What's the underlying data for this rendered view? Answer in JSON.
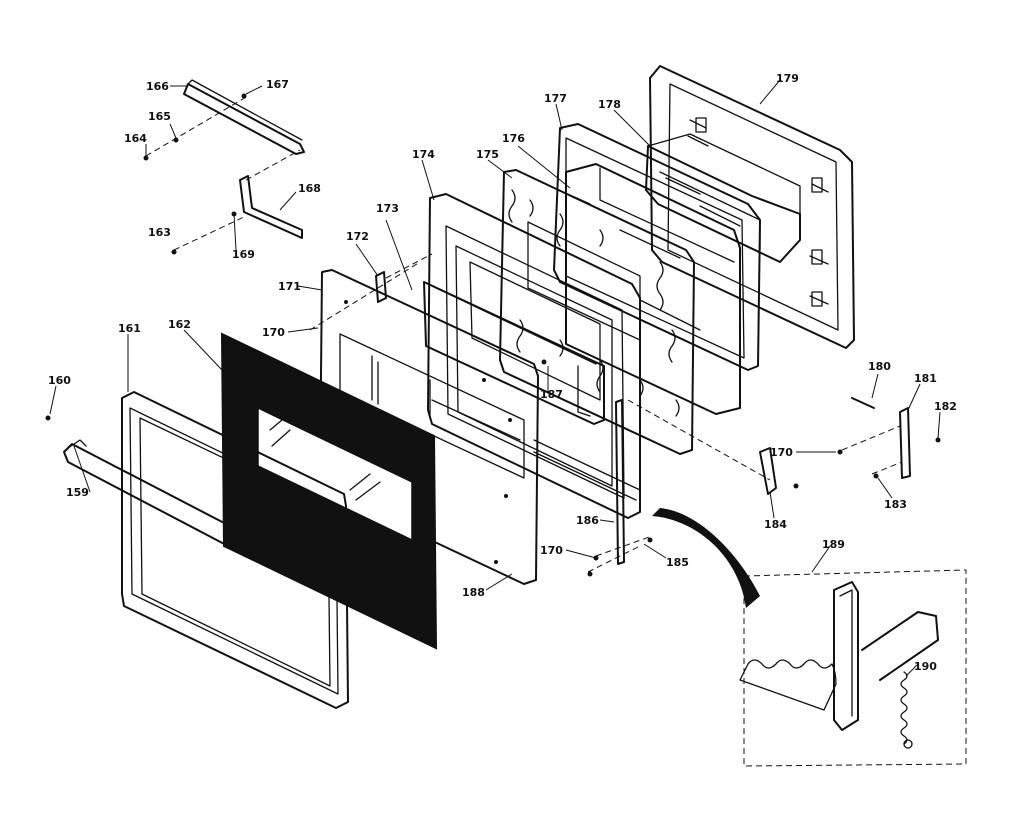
{
  "callouts": {
    "p159": "159",
    "p160": "160",
    "p161": "161",
    "p162": "162",
    "p163": "163",
    "p164": "164",
    "p165": "165",
    "p166": "166",
    "p167": "167",
    "p168": "168",
    "p169": "169",
    "p170a": "170",
    "p170b": "170",
    "p170c": "170",
    "p171": "171",
    "p172": "172",
    "p173": "173",
    "p174": "174",
    "p175": "175",
    "p176": "176",
    "p177": "177",
    "p178": "178",
    "p179": "179",
    "p180": "180",
    "p181": "181",
    "p182": "182",
    "p183": "183",
    "p184": "184",
    "p185": "185",
    "p186": "186",
    "p187": "187",
    "p188": "188",
    "p189": "189",
    "p190": "190"
  },
  "colors": {
    "ink": "#111111",
    "paper": "#ffffff"
  }
}
